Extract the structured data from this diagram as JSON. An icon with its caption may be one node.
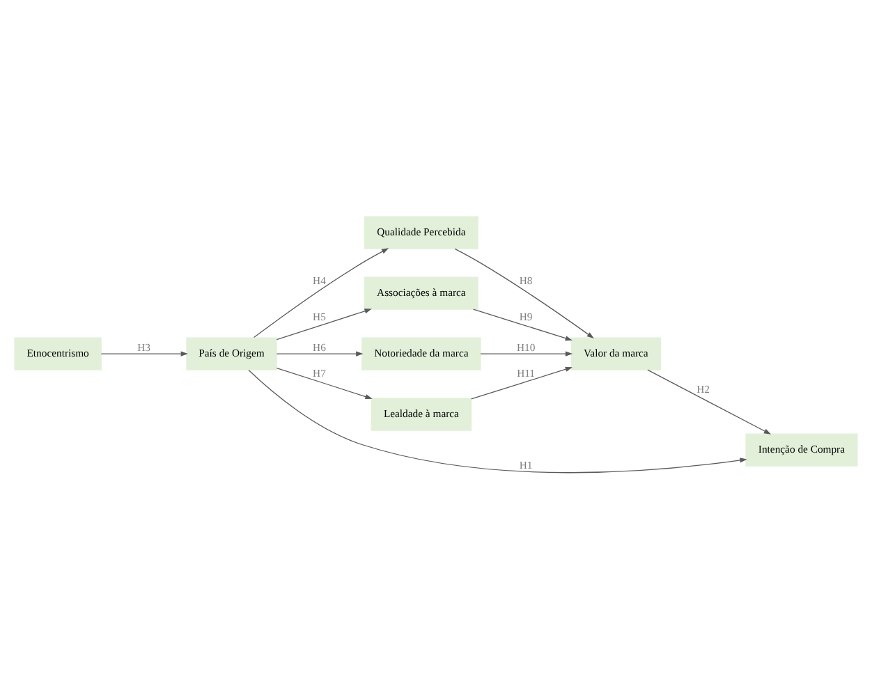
{
  "diagram": {
    "nodes": [
      {
        "text": [
          "Qualidade Percebida"
        ]
      },
      {
        "text": [
          "Associações à marca"
        ]
      },
      {
        "text": [
          "Notoriedade da marca"
        ]
      },
      {
        "text": [
          "País de Origem"
        ]
      },
      {
        "text": [
          "Valor da marca"
        ]
      },
      {
        "text": [
          "Lealdade à marca"
        ]
      },
      {
        "text": [
          "Etnocentrismo"
        ]
      },
      {
        "text": [
          "Intenção de Compra"
        ]
      }
    ],
    "edges": [
      {
        "from": 3,
        "to": 0,
        "arrow": "to",
        "label": "H4"
      },
      {
        "from": 3,
        "to": 1,
        "arrow": "to",
        "label": "H5"
      },
      {
        "from": 3,
        "to": 2,
        "arrow": "to",
        "label": "H6"
      },
      {
        "from": 3,
        "to": 5,
        "arrow": "to",
        "label": "H7"
      },
      {
        "from": 0,
        "to": 4,
        "arrow": "to",
        "label": "H8"
      },
      {
        "from": 1,
        "to": 4,
        "arrow": "to",
        "label": "H9"
      },
      {
        "from": 2,
        "to": 4,
        "arrow": "to",
        "label": "H10"
      },
      {
        "from": 5,
        "to": 4,
        "arrow": "to",
        "label": "H11"
      },
      {
        "from": 6,
        "to": 3,
        "arrow": "to",
        "label": "H3"
      },
      {
        "from": 3,
        "to": 7,
        "arrow": "to",
        "label": "H1"
      },
      {
        "from": 4,
        "to": 7,
        "arrow": "to",
        "label": "H2"
      }
    ]
  }
}
